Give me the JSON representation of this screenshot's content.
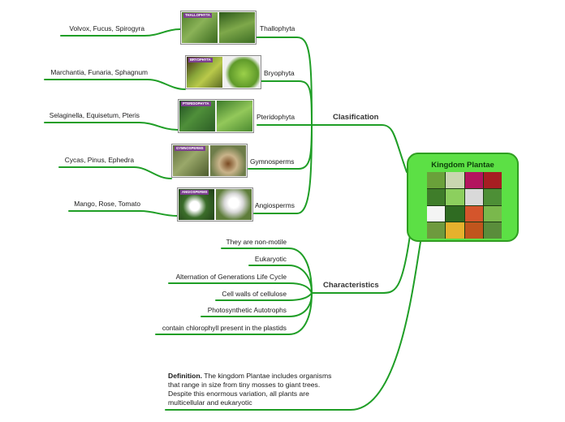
{
  "central": {
    "title": "Kingdom Plantae"
  },
  "classification": {
    "heading": "Clasification",
    "groups": [
      {
        "name": "Thallophyta",
        "examples": "Volvox, Fucus, Spirogyra",
        "tag": "THALLOPHYTA"
      },
      {
        "name": "Bryophyta",
        "examples": "Marchantia, Funaria, Sphagnum",
        "tag": "BRYOPHYTA"
      },
      {
        "name": "Pteridophyta",
        "examples": "Selaginella, Equisetum, Pteris",
        "tag": "PTERIDOPHYTA"
      },
      {
        "name": "Gymnosperms",
        "examples": "Cycas, Pinus, Ephedra",
        "tag": "GYMNOSPERMS"
      },
      {
        "name": "Angiosperms",
        "examples": "Mango, Rose, Tomato",
        "tag": "ANGIOSPERMS"
      }
    ]
  },
  "characteristics": {
    "heading": "Characteristics",
    "items": [
      "They are non-motile",
      "Eukaryotic",
      "Alternation of Generations Life Cycle",
      "Cell walls of cellulose",
      "Photosynthetic Autotrophs",
      "contain chlorophyll present in the plastids"
    ]
  },
  "definition": {
    "label": "Definition.",
    "text": "The kingdom Plantae includes organisms that range in size from tiny mosses to giant trees. Despite this enormous variation, all plants are multicellular and eukaryotic"
  },
  "colors": {
    "branch": "#1f9e26",
    "center_fill": "#5ce045",
    "center_border": "#2f9e21"
  },
  "icons": {
    "thallophyta_photo": "green-algae-image",
    "bryophyta_photo": "moss-image",
    "pteridophyta_photo": "fern-image",
    "gymnosperms_photo": "conifer-image",
    "angiosperms_photo": "flower-image",
    "plant_collage": "plant-collage-image"
  }
}
